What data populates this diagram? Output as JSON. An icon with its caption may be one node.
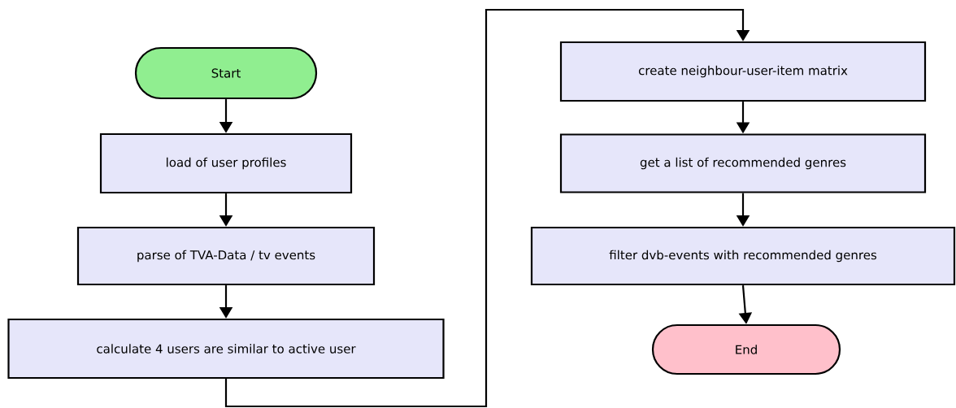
{
  "diagram": {
    "nodes": [
      {
        "text": [
          "Start"
        ]
      },
      {
        "text": [
          "load of user profiles"
        ]
      },
      {
        "text": [
          "parse of TVA-Data / tv events"
        ]
      },
      {
        "text": [
          "calculate 4 users are similar to active user"
        ]
      },
      {
        "text": [
          "create neighbour-user-item matrix"
        ]
      },
      {
        "text": [
          "get a list of recommended genres"
        ]
      },
      {
        "text": [
          "filter dvb-events with recommended genres"
        ]
      },
      {
        "text": [
          "End"
        ]
      }
    ],
    "edges": [
      {
        "from": 0,
        "to": 1,
        "arrow": "to"
      },
      {
        "from": 1,
        "to": 2,
        "arrow": "to"
      },
      {
        "from": 2,
        "to": 3,
        "arrow": "to"
      },
      {
        "from": 3,
        "to": 4,
        "arrow": "to"
      },
      {
        "from": 4,
        "to": 5,
        "arrow": "to"
      },
      {
        "from": 5,
        "to": 6,
        "arrow": "to"
      },
      {
        "from": 6,
        "to": 7,
        "arrow": "to"
      }
    ]
  }
}
